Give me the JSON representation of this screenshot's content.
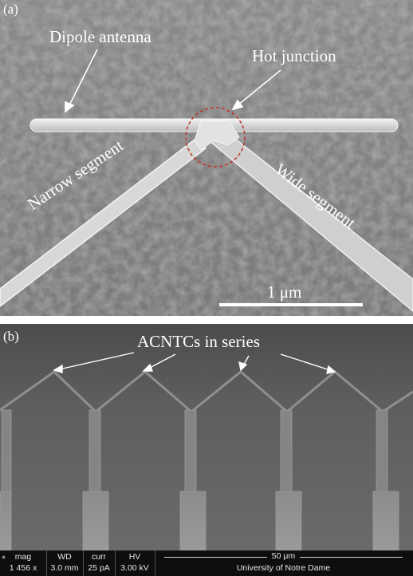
{
  "panel_a": {
    "label": "(a)",
    "dipole_label": "Dipole antenna",
    "hot_junction_label": "Hot junction",
    "narrow_label": "Narrow segment",
    "wide_label": "Wide segment",
    "scale_label": "1 μm"
  },
  "panel_b": {
    "label": "(b)",
    "acntc_label": "ACNTCs in series"
  },
  "infobar": {
    "mag_key": "mag",
    "mag_val": "1 456 x",
    "wd_key": "WD",
    "wd_val": "3.0 mm",
    "curr_key": "curr",
    "curr_val": "25 pA",
    "hv_key": "HV",
    "hv_val": "3.00 kV",
    "scale_val": "50 μm",
    "institution": "University of Notre Dame"
  },
  "colors": {
    "junction_circle": "#c0392b",
    "infobar_bg": "#0e0e0e"
  }
}
